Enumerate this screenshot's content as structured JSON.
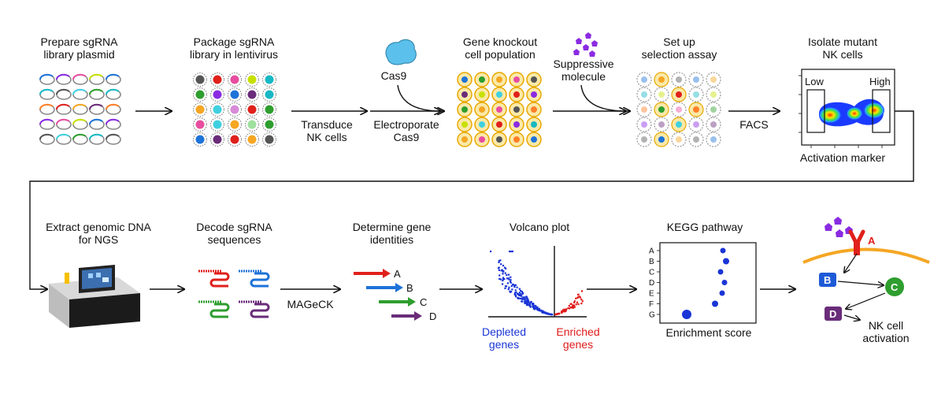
{
  "top_row": {
    "step1": {
      "line1": "Prepare sgRNA",
      "line2": "library plasmid"
    },
    "step2": {
      "line1": "Package sgRNA",
      "line2": "library in lentivirus"
    },
    "cas9_label": "Cas9",
    "step3": {
      "line1": "Gene knockout",
      "line2": "cell population"
    },
    "suppressive": {
      "line1": "Suppressive",
      "line2": "molecule"
    },
    "step4": {
      "line1": "Set up",
      "line2": "selection assay"
    },
    "step5": {
      "line1": "Isolate mutant",
      "line2": "NK cells"
    },
    "transduce": {
      "line1": "Transduce",
      "line2": "NK cells"
    },
    "electroporate": {
      "line1": "Electroporate",
      "line2": "Cas9"
    },
    "facs": "FACS",
    "facs_plot": {
      "low": "Low",
      "high": "High",
      "xlabel": "Activation marker"
    }
  },
  "bottom_row": {
    "step6": {
      "line1": "Extract genomic DNA",
      "line2": "for NGS"
    },
    "step7": {
      "line1": "Decode sgRNA",
      "line2": "sequences"
    },
    "step8": {
      "line1": "Determine gene",
      "line2": "identities"
    },
    "step9": "Volcano plot",
    "step10": "KEGG pathway",
    "mageck": "MAGeCK",
    "genes": [
      "A",
      "B",
      "C",
      "D"
    ],
    "volcano": {
      "depleted1": "Depleted",
      "depleted2": "genes",
      "enriched1": "Enriched",
      "enriched2": "genes"
    },
    "kegg": {
      "categories": [
        "A",
        "B",
        "C",
        "D",
        "E",
        "F",
        "G"
      ],
      "xlabel": "Enrichment score"
    },
    "pathway": {
      "A": "A",
      "B": "B",
      "C": "C",
      "D": "D",
      "out1": "NK cell",
      "out2": "activation"
    }
  },
  "colors": {
    "red": "#e0201b",
    "blue": "#1e73d8",
    "green": "#2e9e2e",
    "purple": "#6a2c7a",
    "cas9": "#5bc0eb",
    "molecule": "#8a2be2",
    "membrane": "#f5a623",
    "depleted": "#1a35d6",
    "enriched": "#e01b1b"
  }
}
